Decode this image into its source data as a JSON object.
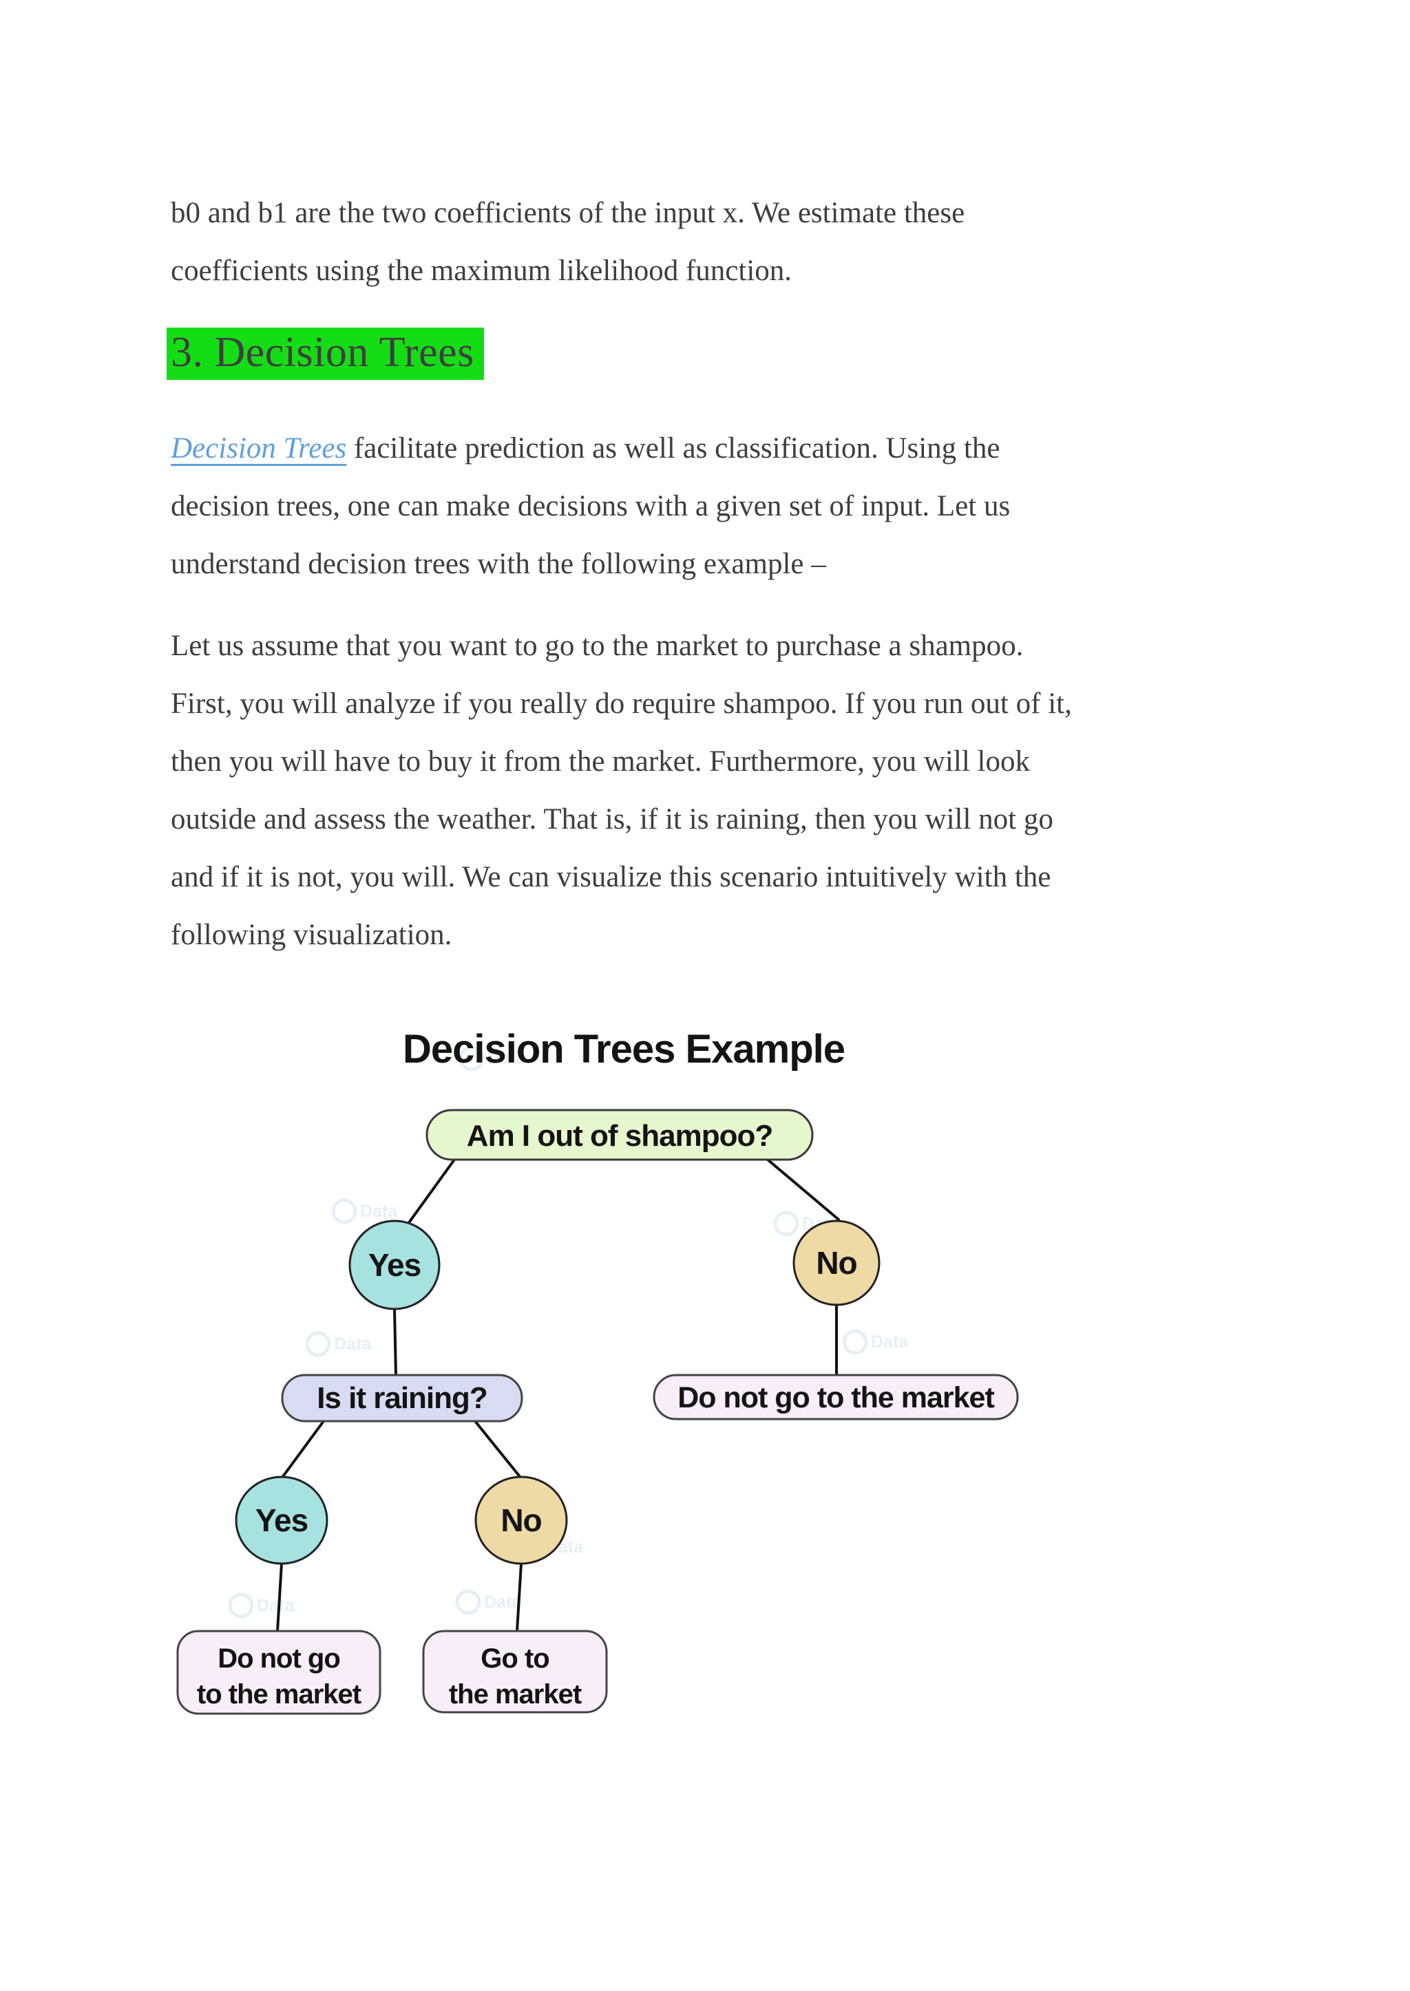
{
  "page": {
    "background": "#ffffff",
    "text_color": "#3e3e3e"
  },
  "p1": {
    "lines": [
      "b0 and b1 are the two coefficients of the input x. We estimate these",
      "coefficients using the maximum likelihood function."
    ]
  },
  "heading": {
    "text": "3. Decision Trees",
    "highlight_color": "#15dd15"
  },
  "p2": {
    "link_text": "Decision Trees",
    "link_color": "#5f9fdd",
    "lines": [
      " facilitate prediction as well as classification. Using the",
      "decision trees, one can make decisions with a given set of input. Let us",
      "understand decision trees with the following example –"
    ]
  },
  "p3": {
    "lines": [
      "Let us assume that you want to go to the market to purchase a shampoo.",
      "First, you will analyze if you really do require shampoo. If you run out of it,",
      "then you will have to buy it from the market. Furthermore, you will look",
      "outside and assess the weather. That is, if it is raining, then you will not go",
      "and if it is not, you will. We can visualize this scenario intuitively with the",
      "following visualization."
    ]
  },
  "diagram": {
    "title": "Decision Trees Example",
    "watermark": "Data",
    "colors": {
      "question_green": "#e6f6cd",
      "yes_cyan": "#a6e2e0",
      "no_tan": "#eddaa4",
      "question_lavender": "#d9dbf2",
      "leaf_pink": "#f7eef8",
      "edge": "#111111"
    },
    "nodes": {
      "root": {
        "label": "Am I out of shampoo?"
      },
      "yes1": {
        "label": "Yes"
      },
      "no1": {
        "label": "No"
      },
      "raining": {
        "label": "Is it raining?"
      },
      "do_not_go_right": {
        "label": "Do not go to the market"
      },
      "yes2": {
        "label": "Yes"
      },
      "no2": {
        "label": "No"
      },
      "do_not_go_left": {
        "line1": "Do not go",
        "line2": "to the market"
      },
      "go": {
        "line1": "Go to",
        "line2": "the market"
      }
    }
  }
}
